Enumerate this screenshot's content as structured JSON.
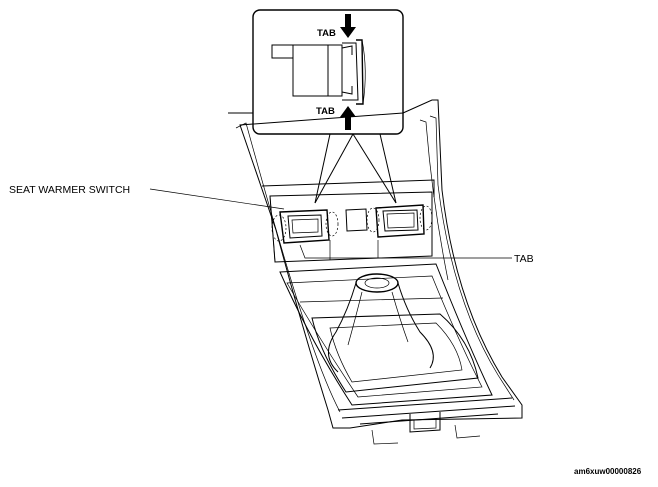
{
  "labels": {
    "tab_top": "TAB",
    "tab_bottom": "TAB",
    "seat_warmer_switch": "SEAT WARMER SWITCH",
    "tab_right": "TAB"
  },
  "figure_code": "am6xuw00000826"
}
